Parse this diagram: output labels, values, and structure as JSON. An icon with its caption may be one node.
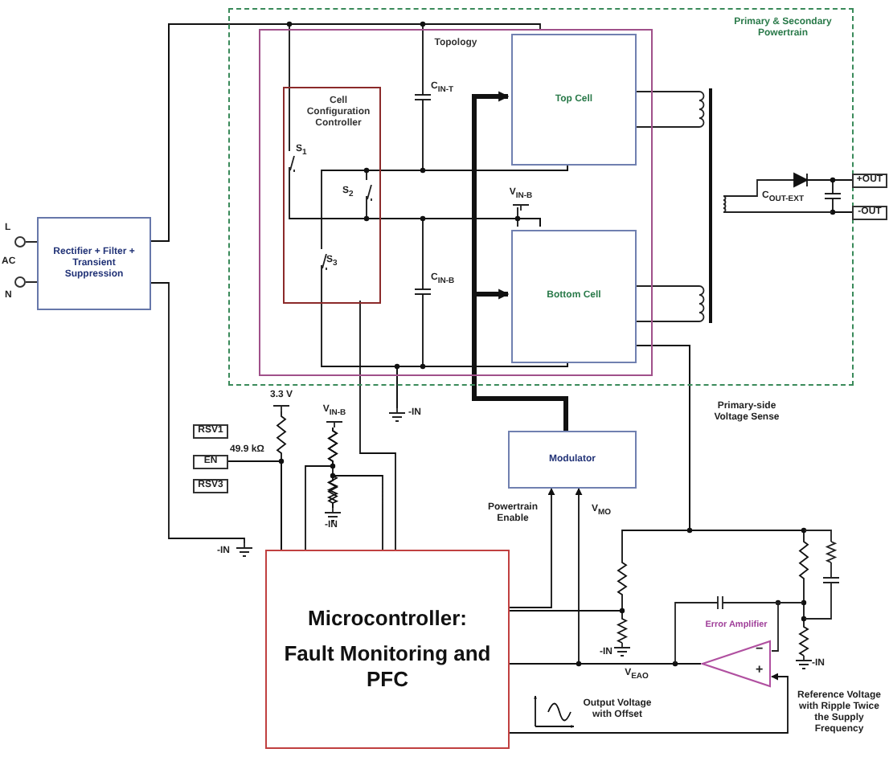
{
  "diagram": {
    "nodes": [
      {
        "text": [
          "Rectifier + Filter + Transient Suppression"
        ]
      },
      {
        "text": [
          "Primary & Secondary Powertrain"
        ]
      },
      {
        "text": [
          "Topology"
        ],
        "in": 1
      },
      {
        "text": [
          "Cell Configuration Controller"
        ],
        "in": 2
      },
      {
        "text": [
          "Top Cell"
        ],
        "in": 2
      },
      {
        "text": [
          "Bottom Cell"
        ],
        "in": 2
      },
      {
        "text": [
          "+OUT"
        ]
      },
      {
        "text": [
          "-OUT"
        ]
      },
      {
        "text": [
          "RSV1"
        ]
      },
      {
        "text": [
          "EN"
        ]
      },
      {
        "text": [
          "RSV3"
        ]
      },
      {
        "text": [
          "Modulator"
        ]
      },
      {
        "text": [
          "Microcontroller:",
          "Fault Monitoring and PFC"
        ]
      },
      {
        "text": [
          "Error Amplifier"
        ]
      },
      {
        "text": [
          "-IN"
        ]
      },
      {
        "text": [
          "-IN"
        ]
      },
      {
        "text": [
          "-IN"
        ]
      },
      {
        "text": [
          "-IN"
        ]
      },
      {
        "text": [
          "-IN"
        ]
      },
      {
        "text": [
          "3.3 V"
        ]
      },
      {
        "text": [
          "V$_{IN-B}$"
        ],
        "in": 2
      },
      {
        "text": [
          "V$_{IN-B}$"
        ]
      },
      {
        "text": [],
        "shape": "circle"
      },
      {
        "text": [],
        "shape": "circle"
      },
      {
        "text": [],
        "shape": "switch",
        "in": 3
      },
      {
        "text": [],
        "shape": "switch",
        "in": 3
      },
      {
        "text": [],
        "shape": "switch",
        "in": 3
      }
    ],
    "edges": [
      {
        "from": 0,
        "to": 4,
        "arrow": "none"
      },
      {
        "from": 11,
        "to": 4,
        "arrow": "to",
        "style": "thick"
      },
      {
        "from": 11,
        "to": 5,
        "arrow": "to",
        "style": "thick"
      },
      {
        "from": 12,
        "to": 11,
        "arrow": "to",
        "label": "Powertrain Enable"
      },
      {
        "from": 13,
        "to": 11,
        "arrow": "to",
        "label": "V$_{MO}$"
      },
      {
        "from": 12,
        "to": 13,
        "arrow": "none",
        "label": "V$_{EAO}$"
      },
      {
        "from": 12,
        "to": 13,
        "arrow": "to"
      },
      {
        "from": 9,
        "to": 12,
        "arrow": "none"
      },
      {
        "from": 3,
        "to": 12,
        "arrow": "none"
      },
      {
        "from": 4,
        "to": 26,
        "arrow": "none"
      },
      {
        "from": 6,
        "to": 7,
        "arrow": "none"
      },
      {
        "from": 5,
        "to": 12,
        "arrow": "none"
      },
      {
        "from": 0,
        "to": 24,
        "arrow": "none"
      },
      {
        "from": 0,
        "to": 15,
        "arrow": "none"
      },
      {
        "from": 5,
        "to": 14,
        "arrow": "none"
      },
      {
        "from": 16,
        "to": 12,
        "arrow": "none"
      },
      {
        "from": 12,
        "to": 17,
        "arrow": "none"
      },
      {
        "from": 5,
        "to": 18,
        "arrow": "none"
      },
      {
        "from": 19,
        "to": 12,
        "arrow": "none"
      },
      {
        "from": 21,
        "to": 12,
        "arrow": "none"
      },
      {
        "from": 20,
        "to": 5,
        "arrow": "none"
      },
      {
        "from": 22,
        "to": 0,
        "arrow": "none"
      },
      {
        "from": 23,
        "to": 0,
        "arrow": "none"
      },
      {
        "from": 4,
        "to": 25,
        "arrow": "none"
      },
      {
        "from": 0,
        "to": 4,
        "arrow": "none"
      },
      {
        "from": 5,
        "to": 14,
        "arrow": "none"
      },
      {
        "from": 21,
        "to": 16,
        "arrow": "none"
      },
      {
        "from": 24,
        "to": 5,
        "arrow": "none"
      },
      {
        "from": 25,
        "to": 5,
        "arrow": "none"
      },
      {
        "from": 26,
        "to": 5,
        "arrow": "none"
      }
    ],
    "labels": [
      "L",
      "AC",
      "N",
      "S$_{1}$",
      "S$_{2}$",
      "S$_{3}$",
      "C$_{IN-T}$",
      "C$_{IN-B}$",
      "C$_{OUT-EXT}$",
      "49.9 kΩ",
      "Primary-side Voltage Sense",
      "−",
      "+",
      "Output Voltage with Offset",
      "Reference Voltage with Ripple Twice the Supply Frequency"
    ]
  }
}
